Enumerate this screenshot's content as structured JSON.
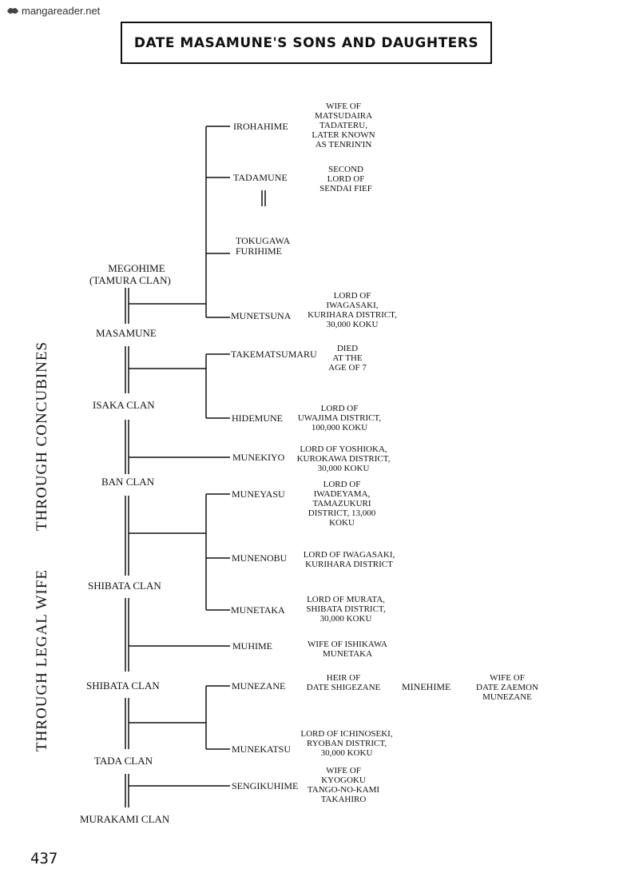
{
  "watermark": "mangareader.net",
  "title": "DATE MASAMUNE'S SONS AND DAUGHTERS",
  "side_labels": {
    "concubines": "THROUGH CONCUBINES",
    "legal_wife": "THROUGH LEGAL WIFE"
  },
  "mothers": {
    "megohime": [
      "MEGOHIME",
      "(TAMURA CLAN)"
    ],
    "masamune": "MASAMUNE",
    "isaka": "ISAKA CLAN",
    "ban": "BAN CLAN",
    "shibata1": "SHIBATA CLAN",
    "shibata2": "SHIBATA CLAN",
    "tada": "TADA CLAN",
    "murakami": "MURAKAMI CLAN"
  },
  "children": {
    "irohahime": {
      "name": "IROHAHIME",
      "note": [
        "WIFE OF",
        "MATSUDAIRA",
        "TADATERU,",
        "LATER KNOWN",
        "AS TENRIN'IN"
      ]
    },
    "tadamune": {
      "name": "TADAMUNE",
      "note": [
        "SECOND",
        "LORD OF",
        "SENDAI FIEF"
      ]
    },
    "furihime": {
      "name": [
        "TOKUGAWA",
        "FURIHIME"
      ]
    },
    "munetsuna": {
      "name": "MUNETSUNA",
      "note": [
        "LORD OF",
        "IWAGASAKI,",
        "KURIHARA DISTRICT,",
        "30,000 KOKU"
      ]
    },
    "takematsumaru": {
      "name": "TAKEMATSUMARU",
      "note": [
        "DIED",
        "AT THE",
        "AGE OF 7"
      ]
    },
    "hidemune": {
      "name": "HIDEMUNE",
      "note": [
        "LORD OF",
        "UWAJIMA DISTRICT,",
        "100,000 KOKU"
      ]
    },
    "munekiyo": {
      "name": "MUNEKIYO",
      "note": [
        "LORD OF YOSHIOKA,",
        "KUROKAWA DISTRICT,",
        "30,000 KOKU"
      ]
    },
    "muneyasu": {
      "name": "MUNEYASU",
      "note": [
        "LORD OF",
        "IWADEYAMA,",
        "TAMAZUKURI",
        "DISTRICT, 13,000",
        "KOKU"
      ]
    },
    "munenobu": {
      "name": "MUNENOBU",
      "note": [
        "LORD OF IWAGASAKI,",
        "KURIHARA DISTRICT"
      ]
    },
    "munetaka": {
      "name": "MUNETAKA",
      "note": [
        "LORD OF MURATA,",
        "SHIBATA DISTRICT,",
        "30,000 KOKU"
      ]
    },
    "muhime": {
      "name": "MUHIME",
      "note": [
        "WIFE OF ISHIKAWA",
        "MUNETAKA"
      ]
    },
    "munezane": {
      "name": "MUNEZANE",
      "note": [
        "HEIR OF",
        "DATE SHIGEZANE"
      ]
    },
    "minehime": {
      "name": "MINEHIME",
      "note": [
        "WIFE OF",
        "DATE ZAEMON",
        "MUNEZANE"
      ]
    },
    "munekatsu": {
      "name": "MUNEKATSU",
      "note": [
        "LORD OF ICHINOSEKI,",
        "RYOBAN DISTRICT,",
        "30,000 KOKU"
      ]
    },
    "sengikuhime": {
      "name": "SENGIKUHIME",
      "note": [
        "WIFE OF",
        "KYOGOKU",
        "TANGO-NO-KAMI",
        "TAKAHIRO"
      ]
    }
  },
  "page_number": "437"
}
